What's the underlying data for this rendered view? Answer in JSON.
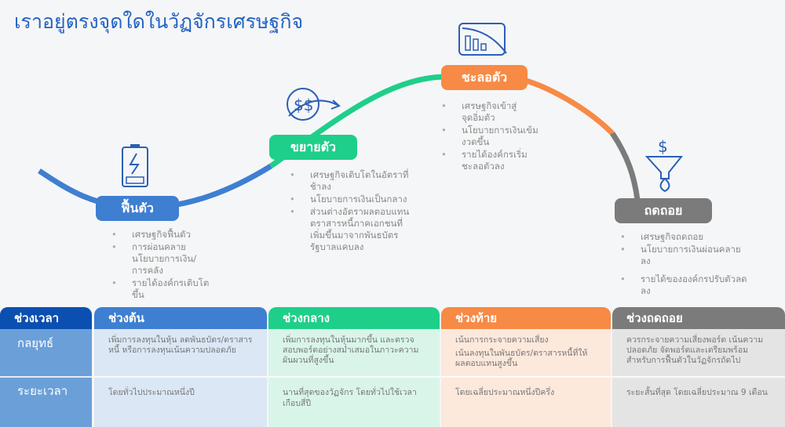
{
  "title": "เราอยู่ตรงจุดใดในวัฏจักรเศรษฐกิจ",
  "colors": {
    "recovery": "#3e7fd1",
    "expansion": "#1ecf8a",
    "slowdown": "#f78a45",
    "recession": "#7b7b7b",
    "label_col": "#0b4fb0"
  },
  "phases": [
    {
      "label": "ฟื้นตัว",
      "icon": "battery-charging-icon",
      "bullets": [
        "เศรษฐกิจฟื้นตัว",
        "การผ่อนคลายนโยบายการเงิน/การคลัง",
        "รายได้องค์กรเติบโตขึ้น"
      ]
    },
    {
      "label": "ขยายตัว",
      "icon": "money-growth-icon",
      "bullets": [
        "เศรษฐกิจเติบโตในอัตราที่ช้าลง",
        "นโยบายการเงินเป็นกลาง",
        "ส่วนต่างอัตราผลตอบแทนตราสารหนี้ภาคเอกชนที่เพิ่มขึ้นมาจากพันธบัตรรัฐบาลแคบลง"
      ]
    },
    {
      "label": "ชะลอตัว",
      "icon": "chart-decline-icon",
      "bullets": [
        "เศรษฐกิจเข้าสู่จุดอิ่มตัว",
        "นโยบายการเงินเข้มงวดขึ้น",
        "รายได้องค์กรเริ่มชะลอตัวลง"
      ]
    },
    {
      "label": "ถดถอย",
      "icon": "money-funnel-icon",
      "bullets": [
        "เศรษฐกิจถดถอย",
        "นโยบายการเงินผ่อนคลายลง",
        "รายได้ขององค์กรปรับตัวลดลง"
      ]
    }
  ],
  "table": {
    "row_labels": {
      "header": "ช่วงเวลา",
      "strategy": "กลยุทธ์",
      "duration": "ระยะเวลา"
    },
    "columns": [
      {
        "header": "ช่วงต้น",
        "strategy": [
          "เพิ่มการลงทุนในหุ้น ลดพันธบัตร/ตราสารหนี้ หรือการลงทุนเน้นความปลอดภัย"
        ],
        "duration": "โดยทั่วไปประมาณหนึ่งปี"
      },
      {
        "header": "ช่วงกลาง",
        "strategy": [
          "เพิ่มการลงทุนในหุ้นมากขึ้น และตรวจสอบพอร์ตอย่างสม่ำเสมอในภาวะความผันผวนที่สูงขึ้น"
        ],
        "duration": "นานที่สุดของวัฏจักร โดยทั่วไปใช้เวลาเกือบสี่ปี"
      },
      {
        "header": "ช่วงท้าย",
        "strategy": [
          "เน้นการกระจายความเสี่ยง",
          "เน้นลงทุนในพันธบัตร/ตราสารหนี้ที่ให้ผลตอบแทนสูงขึ้น"
        ],
        "duration": "โดยเฉลี่ยประมาณหนึ่งปีครึ่ง"
      },
      {
        "header": "ช่วงถดถอย",
        "strategy": [
          "ควรกระจายความเสี่ยงพอร์ต เน้นความปลอดภัย  จัดพอร์ตและเตรียมพร้อมสำหรับการฟื้นตัวในวัฏจักรถัดไป"
        ],
        "duration": "ระยะสั้นที่สุด โดยเฉลี่ยประมาณ 9 เดือน"
      }
    ]
  }
}
